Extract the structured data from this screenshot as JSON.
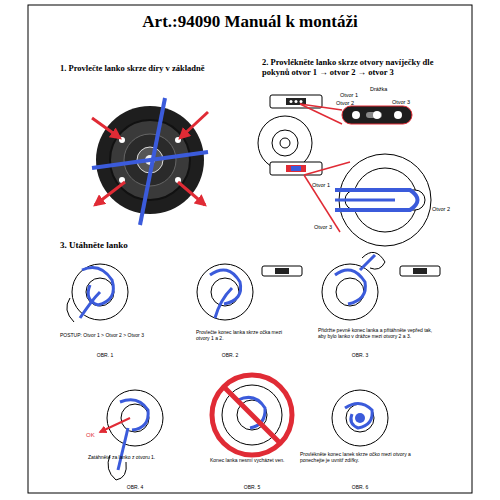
{
  "diagram": {
    "title": "Art.:94090 Manuál k montáži",
    "labels": [
      "1. Provlečte lanko skrze díry v základně",
      "2. Provlékněte lanko skrze otvory navíječky dle pokynů otvor 1 → otvor 2 → otvor 3",
      "Otvor 1",
      "Drážka",
      "Otvor 2",
      "Otvor 3",
      "Otvor 1",
      "Otvor 2",
      "Otvor 3",
      "3. Utáhněte lanko",
      "POSTUP: Otvor 1 > Otvor 2 > Otvor 3",
      "OBR. 1",
      "Provlečte konec lanka skrze očka mezi otvory 1 a 2.",
      "OBR. 2",
      "Přidržte pevně konec lanka a přitáhněte vepřed tak, aby bylo lanko v drážce mezi otvory 2 a 3.",
      "OBR. 3",
      "OK",
      "Zatáhněte za lanko z otvoru 1.",
      "OBR. 4",
      "Konec lanka nesmí vycházet ven.",
      "OBR. 5",
      "Provlékněte konec lanek skrze očko mezi otvory a ponechejte je uvnitř zdířky.",
      "OBR. 6"
    ]
  }
}
